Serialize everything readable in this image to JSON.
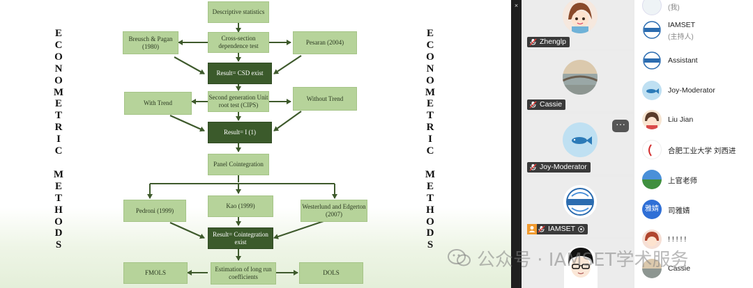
{
  "slide": {
    "left_vertical": [
      "E",
      "C",
      "O",
      "N",
      "O",
      "M",
      "E",
      "T",
      "R",
      "I",
      "C",
      "",
      "M",
      "E",
      "T",
      "H",
      "O",
      "D",
      "S"
    ],
    "right_vertical": [
      "E",
      "C",
      "O",
      "N",
      "O",
      "M",
      "E",
      "T",
      "R",
      "I",
      "C",
      "",
      "M",
      "E",
      "T",
      "H",
      "O",
      "D",
      "S"
    ],
    "boxes": {
      "descriptive": "Descriptive statistics",
      "breusch": "Breusch & Pagan (1980)",
      "csd_test": "Cross-section dependence test",
      "pesaran": "Pesaran (2004)",
      "csd_exist": "Result= CSD exist",
      "with_trend": "With Trend",
      "unit_root": "Second generation Unit root test (CIPS)",
      "without_trend": "Without Trend",
      "result_i1": "Result= I (1)",
      "panel_coint": "Panel Cointegration",
      "pedroni": "Pedroni (1999)",
      "kao": "Kao (1999)",
      "westerlund": "Westerlund and Edgerton (2007)",
      "coint_exist": "Result= Cointegration exist",
      "fmols": "FMOLS",
      "estimation": "Estimation of long run coefficients",
      "dols": "DOLS"
    }
  },
  "watermark": {
    "text": "公众号 · IAMSET学术服务"
  },
  "strip": {
    "close_glyph": "×"
  },
  "videos": [
    {
      "name": "Zhenglp",
      "avatar": "cartoon-girl-avatar"
    },
    {
      "name": "Cassie",
      "avatar": "bridge-photo-avatar"
    },
    {
      "name": "Joy-Moderator",
      "avatar": "fish-avatar"
    },
    {
      "name": "IAMSET",
      "avatar": "iamset-logo-avatar",
      "host": true
    },
    {
      "name": "",
      "avatar": "cartoon-boy-avatar"
    }
  ],
  "video_more": "···",
  "participants": [
    {
      "name": "",
      "sub": "(我)"
    },
    {
      "name": "IAMSET",
      "sub": "(主持人)"
    },
    {
      "name": "Assistant",
      "sub": ""
    },
    {
      "name": "Joy-Moderator",
      "sub": ""
    },
    {
      "name": "Liu Jian",
      "sub": ""
    },
    {
      "name": "合肥工业大学 刘西进",
      "sub": ""
    },
    {
      "name": "上官老师",
      "sub": ""
    },
    {
      "name": "司雅婧",
      "sub": ""
    },
    {
      "name": "! ! ! ! !",
      "sub": ""
    },
    {
      "name": "Cassie",
      "sub": ""
    }
  ],
  "participant_avatar_text": {
    "siyajing": "雅婧"
  },
  "colors": {
    "box_light": "#b6d39a",
    "box_dark": "#3b5a2b",
    "arrow": "#3e5a2c",
    "name_tag": "#3a3a3a"
  }
}
